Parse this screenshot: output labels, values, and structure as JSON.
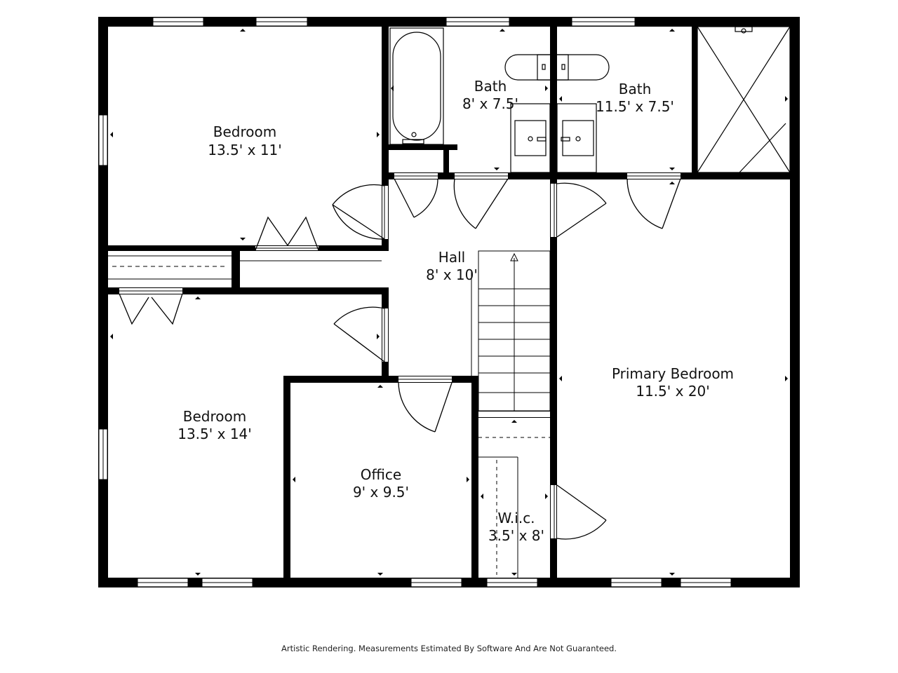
{
  "rooms": {
    "bedroom_top": {
      "name": "Bedroom",
      "size": "13.5' x 11'"
    },
    "bath_left": {
      "name": "Bath",
      "size": "8' x 7.5'"
    },
    "bath_right": {
      "name": "Bath",
      "size": "11.5' x 7.5'"
    },
    "hall": {
      "name": "Hall",
      "size": "8' x 10'"
    },
    "bedroom_bottom": {
      "name": "Bedroom",
      "size": "13.5' x 14'"
    },
    "office": {
      "name": "Office",
      "size": "9' x 9.5'"
    },
    "primary_bedroom": {
      "name": "Primary Bedroom",
      "size": "11.5' x 20'"
    },
    "wic": {
      "name": "W.i.c.",
      "size": "3.5' x 8'"
    }
  },
  "disclaimer": "Artistic Rendering. Measurements Estimated By Software And Are Not Guaranteed."
}
